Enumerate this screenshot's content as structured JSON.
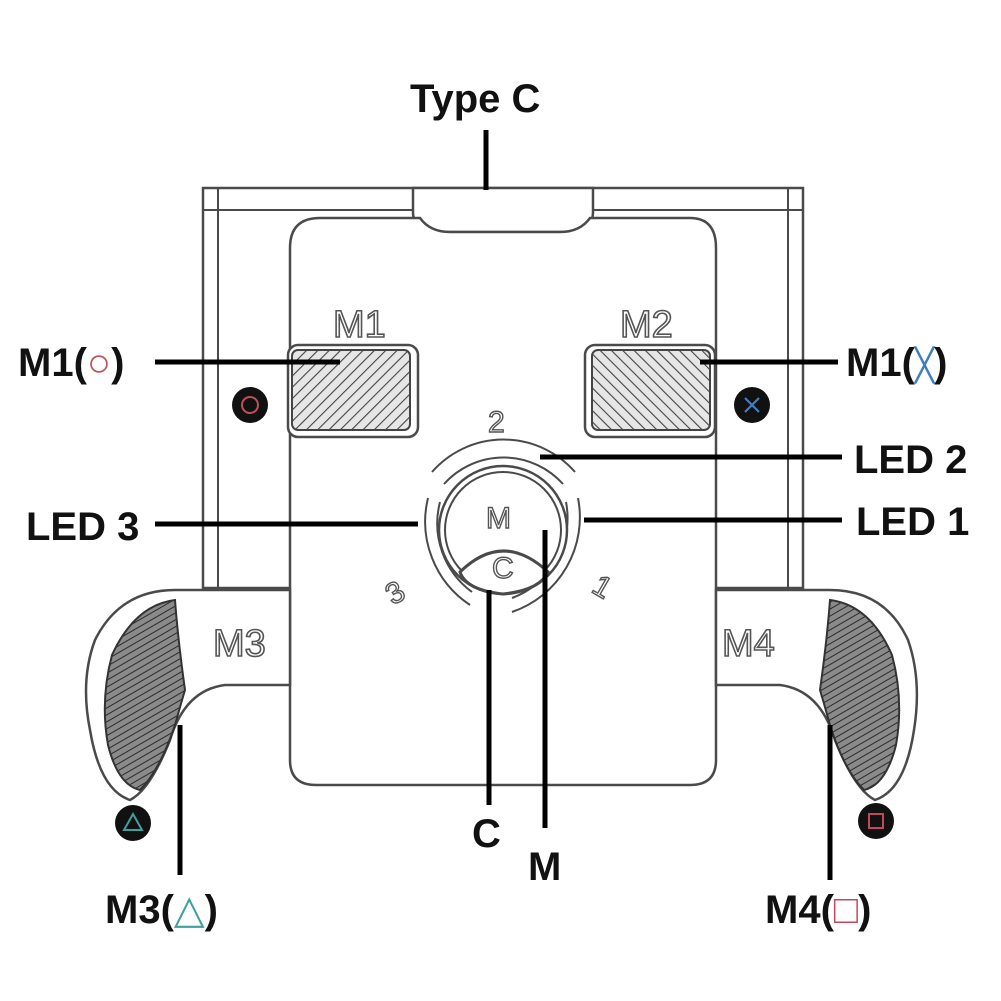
{
  "labels": {
    "type_c": "Type C",
    "m1_left_prefix": "M1(",
    "m1_left_symbol": "○",
    "m1_left_suffix": ")",
    "m1_right_prefix": "M1(",
    "m1_right_symbol": "╳",
    "m1_right_suffix": ")",
    "led2": "LED 2",
    "led3": "LED 3",
    "led1": "LED 1",
    "c": "C",
    "m": "M",
    "m3_prefix": "M3(",
    "m3_symbol": "△",
    "m3_suffix": ")",
    "m4_prefix": "M4(",
    "m4_symbol": "□",
    "m4_suffix": ")"
  },
  "engraved": {
    "m1": "M1",
    "m2": "M2",
    "m3": "M3",
    "m4": "M4",
    "led2_num": "2",
    "led3_num": "3",
    "led1_num": "1",
    "center_m": "M",
    "center_c": "C"
  },
  "icons": {
    "left_badge": "circle-icon",
    "right_badge": "cross-icon",
    "bottom_left_badge": "triangle-icon",
    "bottom_right_badge": "square-icon"
  },
  "colors": {
    "circle": "#c0505a",
    "cross": "#3f7fc0",
    "triangle": "#3fa0a0",
    "square": "#c04a5a"
  }
}
